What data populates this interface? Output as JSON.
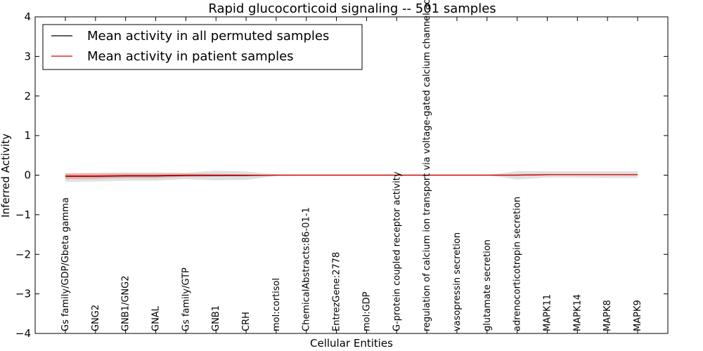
{
  "chart_data": {
    "type": "line",
    "title": "Rapid glucocorticoid signaling -- 501 samples",
    "xlabel": "Cellular Entities",
    "ylabel": "Inferred Activity",
    "ylim": [
      -4,
      4
    ],
    "yticks": [
      -4,
      -3,
      -2,
      -1,
      0,
      1,
      2,
      3,
      4
    ],
    "ytick_labels": [
      "−4",
      "−3",
      "−2",
      "−1",
      "0",
      "1",
      "2",
      "3",
      "4"
    ],
    "grid": false,
    "legend_position": "top-left",
    "categories": [
      "Gs family/GDP/Gbeta gamma",
      "GNG2",
      "GNB1/GNG2",
      "GNAL",
      "Gs family/GTP",
      "GNB1",
      "CRH",
      "mol:cortisol",
      "ChemicalAbstracts:86-01-1",
      "EntrezGene:2778",
      "mol:GDP",
      "G-protein coupled receptor activity",
      "regulation of calcium ion transport via voltage-gated calcium channel activity",
      "vasopressin secretion",
      "glutamate secretion",
      "adrenocorticotropin secretion",
      "MAPK11",
      "MAPK14",
      "MAPK8",
      "MAPK9"
    ],
    "series": [
      {
        "name": "Mean activity in all permuted samples",
        "color": "#000000",
        "values": [
          -0.03,
          -0.03,
          -0.02,
          -0.02,
          -0.01,
          -0.01,
          -0.01,
          0,
          0,
          0,
          0,
          0,
          0,
          0,
          0,
          0,
          0.01,
          0.01,
          0.01,
          0.01
        ],
        "band_low": [
          -0.14,
          -0.13,
          -0.12,
          -0.12,
          -0.09,
          -0.12,
          -0.11,
          -0.02,
          0,
          0,
          0,
          0,
          0,
          0,
          0,
          -0.11,
          -0.07,
          -0.07,
          -0.08,
          -0.08
        ],
        "band_high": [
          0.08,
          0.09,
          0.09,
          0.09,
          0.07,
          0.12,
          0.1,
          0.02,
          0,
          0,
          0,
          0,
          0,
          0,
          0,
          0.1,
          0.09,
          0.09,
          0.09,
          0.09
        ],
        "band_color": "#bbbbbb"
      },
      {
        "name": "Mean activity in patient samples",
        "color": "#dd0000",
        "values": [
          -0.02,
          -0.02,
          -0.01,
          -0.01,
          0,
          0,
          0,
          0,
          0,
          0,
          0,
          0,
          0,
          0,
          0,
          0,
          0.01,
          0.01,
          0.01,
          0.01
        ],
        "band_low": [
          -0.08,
          -0.07,
          -0.06,
          -0.06,
          -0.04,
          -0.03,
          -0.02,
          0,
          0,
          0,
          0,
          0,
          0,
          0,
          0,
          -0.01,
          -0.01,
          -0.01,
          -0.01,
          -0.01
        ],
        "band_high": [
          0.06,
          0.06,
          0.05,
          0.05,
          0.04,
          0.03,
          0.02,
          0,
          0,
          0,
          0,
          0,
          0,
          0,
          0,
          0.02,
          0.02,
          0.02,
          0.02,
          0.02
        ],
        "band_color": "#f08080"
      }
    ]
  }
}
